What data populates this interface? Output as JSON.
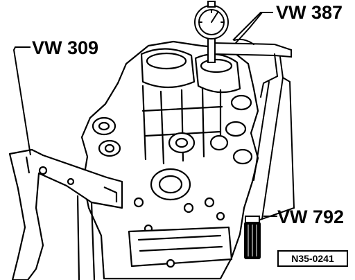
{
  "callouts": {
    "tool_left": "VW 309",
    "tool_top_right": "VW 387",
    "tool_bottom_right": "VW 792"
  },
  "reference_code": "N35-0241",
  "colors": {
    "ink": "#000000",
    "paper": "#ffffff",
    "housing_fill": "#ffffff",
    "knob_fill": "#000000"
  }
}
